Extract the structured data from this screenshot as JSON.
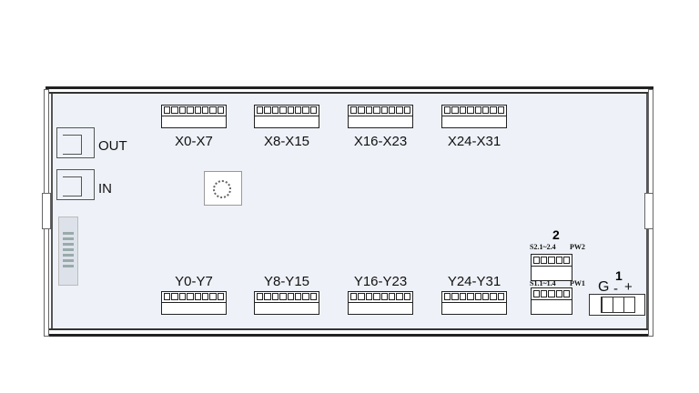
{
  "ports": {
    "out": "OUT",
    "in": "IN"
  },
  "inputs": [
    "X0-X7",
    "X8-X15",
    "X16-X23",
    "X24-X31"
  ],
  "outputs": [
    "Y0-Y7",
    "Y8-Y15",
    "Y16-Y23",
    "Y24-Y31"
  ],
  "switch2": {
    "number": "2",
    "left": "S2.1~2.4",
    "right": "PW2"
  },
  "switch1": {
    "left": "S1.1~1.4",
    "right": "PW1"
  },
  "power": {
    "number": "1",
    "g": "G",
    "minus": "-",
    "plus": "+"
  }
}
